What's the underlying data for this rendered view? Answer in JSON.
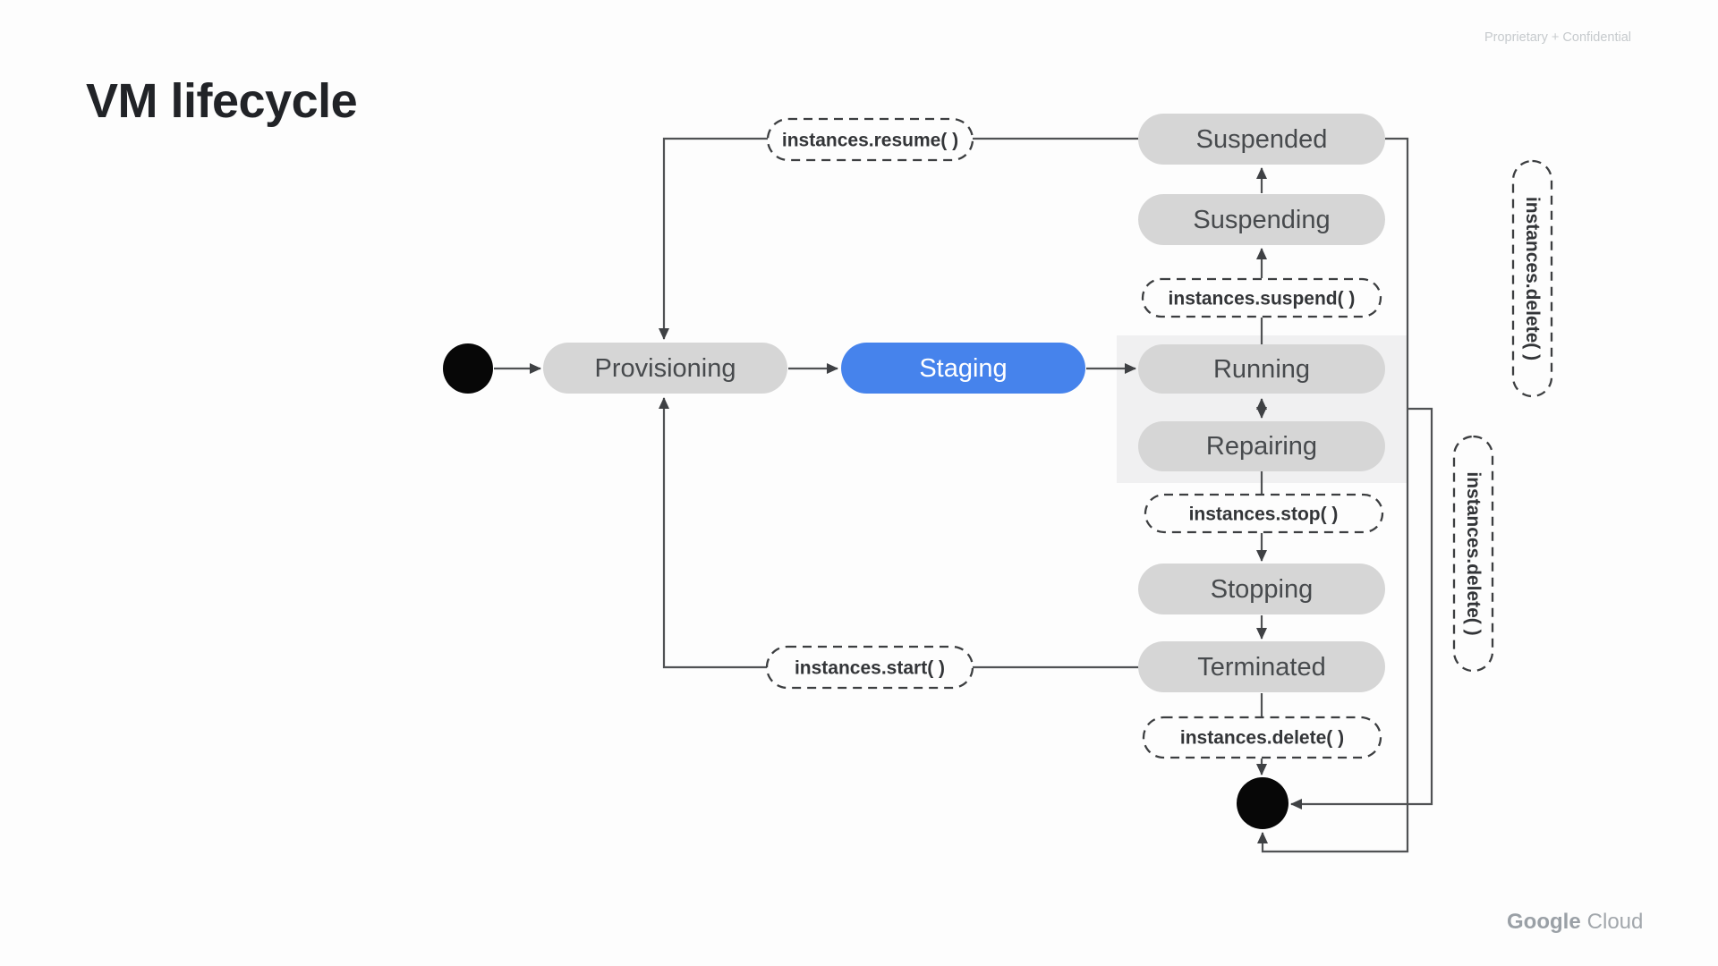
{
  "slide": {
    "title": "VM lifecycle",
    "classification": "Proprietary + Confidential",
    "brand": {
      "primary": "Google",
      "secondary": "Cloud"
    }
  },
  "diagram": {
    "states": {
      "provisioning": {
        "label": "Provisioning"
      },
      "staging": {
        "label": "Staging",
        "accent": true
      },
      "running": {
        "label": "Running"
      },
      "repairing": {
        "label": "Repairing"
      },
      "suspending": {
        "label": "Suspending"
      },
      "suspended": {
        "label": "Suspended"
      },
      "stopping": {
        "label": "Stopping"
      },
      "terminated": {
        "label": "Terminated"
      }
    },
    "actions": {
      "resume": {
        "label": "instances.resume( )"
      },
      "suspend": {
        "label": "instances.suspend( )"
      },
      "stop": {
        "label": "instances.stop( )"
      },
      "start": {
        "label": "instances.start( )"
      },
      "delete": {
        "label": "instances.delete( )"
      }
    },
    "transitions": [
      {
        "from": "initial",
        "to": "provisioning",
        "action": null
      },
      {
        "from": "provisioning",
        "to": "staging",
        "action": null
      },
      {
        "from": "staging",
        "to": "running",
        "action": null
      },
      {
        "from": "running",
        "to": "repairing",
        "action": null,
        "bidirectional": true
      },
      {
        "from": "running",
        "to": "suspending",
        "action": "instances.suspend( )"
      },
      {
        "from": "suspending",
        "to": "suspended",
        "action": null
      },
      {
        "from": "suspended",
        "to": "provisioning",
        "action": "instances.resume( )"
      },
      {
        "from": "running",
        "to": "stopping",
        "action": "instances.stop( )"
      },
      {
        "from": "stopping",
        "to": "terminated",
        "action": null
      },
      {
        "from": "terminated",
        "to": "provisioning",
        "action": "instances.start( )"
      },
      {
        "from": "terminated",
        "to": "final",
        "action": "instances.delete( )"
      },
      {
        "from": "suspended",
        "to": "final",
        "action": "instances.delete( )"
      },
      {
        "from": "running",
        "to": "final",
        "action": "instances.delete( )"
      }
    ],
    "colors": {
      "state_fill": "#d6d6d6",
      "state_text": "#474a4d",
      "accent_fill": "#4683ec",
      "accent_text": "#ffffff",
      "group_fill": "#f0f0f1",
      "line": "#505254",
      "action_text": "#333538",
      "title_text": "#212327",
      "classification_text": "#c6cacd",
      "brand_text": "#9aa0a6"
    }
  }
}
